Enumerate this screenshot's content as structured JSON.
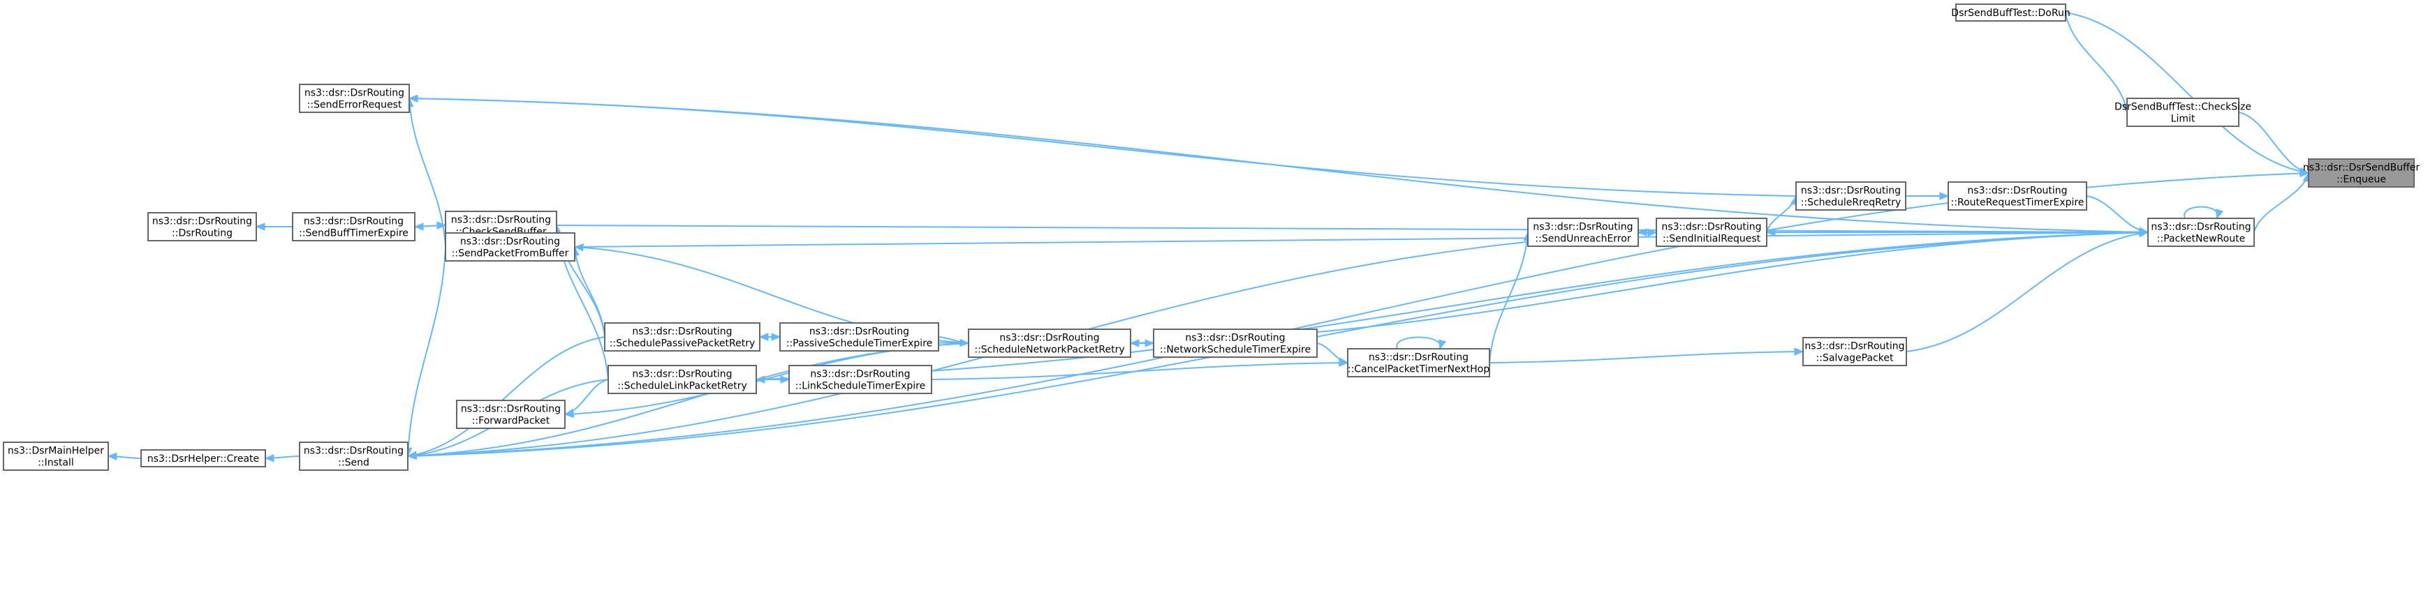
{
  "colors": {
    "edge": "#63b8ff",
    "node_border": "#666666",
    "node_fill": "#ffffff",
    "focus_fill": "#999999"
  },
  "nodes": [
    {
      "id": "enqueue",
      "lines": [
        "ns3::dsr::DsrSendBuffer",
        "::Enqueue"
      ],
      "focus": true
    },
    {
      "id": "dorun",
      "lines": [
        "DsrSendBuffTest::DoRun"
      ]
    },
    {
      "id": "checksize",
      "lines": [
        "DsrSendBuffTest::CheckSize",
        "Limit"
      ]
    },
    {
      "id": "packetnewroute",
      "lines": [
        "ns3::dsr::DsrRouting",
        "::PacketNewRoute"
      ]
    },
    {
      "id": "routerequest",
      "lines": [
        "ns3::dsr::DsrRouting",
        "::RouteRequestTimerExpire"
      ]
    },
    {
      "id": "schedulerreq",
      "lines": [
        "ns3::dsr::DsrRouting",
        "::ScheduleRreqRetry"
      ]
    },
    {
      "id": "sendinitial",
      "lines": [
        "ns3::dsr::DsrRouting",
        "::SendInitialRequest"
      ]
    },
    {
      "id": "salvage",
      "lines": [
        "ns3::dsr::DsrRouting",
        "::SalvagePacket"
      ]
    },
    {
      "id": "sendunreach",
      "lines": [
        "ns3::dsr::DsrRouting",
        "::SendUnreachError"
      ]
    },
    {
      "id": "cancelpacket",
      "lines": [
        "ns3::dsr::DsrRouting",
        "::CancelPacketTimerNextHop"
      ]
    },
    {
      "id": "networksched",
      "lines": [
        "ns3::dsr::DsrRouting",
        "::NetworkScheduleTimerExpire"
      ]
    },
    {
      "id": "schednetwork",
      "lines": [
        "ns3::dsr::DsrRouting",
        "::ScheduleNetworkPacketRetry"
      ]
    },
    {
      "id": "passivesched",
      "lines": [
        "ns3::dsr::DsrRouting",
        "::PassiveScheduleTimerExpire"
      ]
    },
    {
      "id": "linksched",
      "lines": [
        "ns3::dsr::DsrRouting",
        "::LinkScheduleTimerExpire"
      ]
    },
    {
      "id": "schedpassive",
      "lines": [
        "ns3::dsr::DsrRouting",
        "::SchedulePassivePacketRetry"
      ]
    },
    {
      "id": "schedlink",
      "lines": [
        "ns3::dsr::DsrRouting",
        "::ScheduleLinkPacketRetry"
      ]
    },
    {
      "id": "forward",
      "lines": [
        "ns3::dsr::DsrRouting",
        "::ForwardPacket"
      ]
    },
    {
      "id": "senderror",
      "lines": [
        "ns3::dsr::DsrRouting",
        "::SendErrorRequest"
      ]
    },
    {
      "id": "checksend",
      "lines": [
        "ns3::dsr::DsrRouting",
        "::CheckSendBuffer"
      ]
    },
    {
      "id": "sendpacket",
      "lines": [
        "ns3::dsr::DsrRouting",
        "::SendPacketFromBuffer"
      ]
    },
    {
      "id": "sendbufftimer",
      "lines": [
        "ns3::dsr::DsrRouting",
        "::SendBuffTimerExpire"
      ]
    },
    {
      "id": "dsrrouting",
      "lines": [
        "ns3::dsr::DsrRouting",
        "::DsrRouting"
      ]
    },
    {
      "id": "send",
      "lines": [
        "ns3::dsr::DsrRouting",
        "::Send"
      ]
    },
    {
      "id": "helpercreate",
      "lines": [
        "ns3::DsrHelper::Create"
      ]
    },
    {
      "id": "install",
      "lines": [
        "ns3::DsrMainHelper",
        "::Install"
      ]
    }
  ],
  "edges": [
    {
      "from": "dorun",
      "to": "enqueue"
    },
    {
      "from": "dorun",
      "to": "checksize"
    },
    {
      "from": "checksize",
      "to": "enqueue"
    },
    {
      "from": "packetnewroute",
      "to": "enqueue"
    },
    {
      "from": "send",
      "to": "enqueue"
    },
    {
      "from": "packetnewroute",
      "to": "packetnewroute"
    },
    {
      "from": "routerequest",
      "to": "packetnewroute"
    },
    {
      "from": "salvage",
      "to": "packetnewroute"
    },
    {
      "from": "sendunreach",
      "to": "packetnewroute"
    },
    {
      "from": "senderror",
      "to": "packetnewroute"
    },
    {
      "from": "checksend",
      "to": "packetnewroute"
    },
    {
      "from": "sendpacket",
      "to": "packetnewroute"
    },
    {
      "from": "schednetwork",
      "to": "packetnewroute"
    },
    {
      "from": "schedlink",
      "to": "packetnewroute"
    },
    {
      "from": "send",
      "to": "packetnewroute"
    },
    {
      "from": "schedulerreq",
      "to": "routerequest"
    },
    {
      "from": "sendinitial",
      "to": "schedulerreq"
    },
    {
      "from": "packetnewroute",
      "to": "sendinitial"
    },
    {
      "from": "send",
      "to": "sendinitial"
    },
    {
      "from": "cancelpacket",
      "to": "salvage"
    },
    {
      "from": "cancelpacket",
      "to": "sendunreach"
    },
    {
      "from": "sendinitial",
      "to": "sendunreach"
    },
    {
      "from": "cancelpacket",
      "to": "cancelpacket"
    },
    {
      "from": "networksched",
      "to": "cancelpacket"
    },
    {
      "from": "linksched",
      "to": "cancelpacket"
    },
    {
      "from": "schednetwork",
      "to": "networksched"
    },
    {
      "from": "networksched",
      "to": "schednetwork"
    },
    {
      "from": "passivesched",
      "to": "schednetwork"
    },
    {
      "from": "schedpassive",
      "to": "passivesched"
    },
    {
      "from": "passivesched",
      "to": "schedpassive"
    },
    {
      "from": "schednetwork",
      "to": "schedpassive"
    },
    {
      "from": "schedlink",
      "to": "linksched"
    },
    {
      "from": "linksched",
      "to": "schedlink"
    },
    {
      "from": "schedpassive",
      "to": "checksend"
    },
    {
      "from": "schedpassive",
      "to": "sendpacket"
    },
    {
      "from": "schedpassive",
      "to": "send"
    },
    {
      "from": "schedlink",
      "to": "forward"
    },
    {
      "from": "schedlink",
      "to": "checksend"
    },
    {
      "from": "schedlink",
      "to": "send"
    },
    {
      "from": "schednetwork",
      "to": "forward"
    },
    {
      "from": "schednetwork",
      "to": "send"
    },
    {
      "from": "schedulerreq",
      "to": "senderror"
    },
    {
      "from": "sendpacket",
      "to": "senderror"
    },
    {
      "from": "sendpacket",
      "to": "sendpacket"
    },
    {
      "from": "checksend",
      "to": "sendpacket"
    },
    {
      "from": "schednetwork",
      "to": "sendpacket"
    },
    {
      "from": "sendbufftimer",
      "to": "checksend"
    },
    {
      "from": "checksend",
      "to": "sendbufftimer"
    },
    {
      "from": "sendbufftimer",
      "to": "dsrrouting"
    },
    {
      "from": "sendpacket",
      "to": "send"
    },
    {
      "from": "send",
      "to": "helpercreate"
    },
    {
      "from": "helpercreate",
      "to": "install"
    }
  ]
}
